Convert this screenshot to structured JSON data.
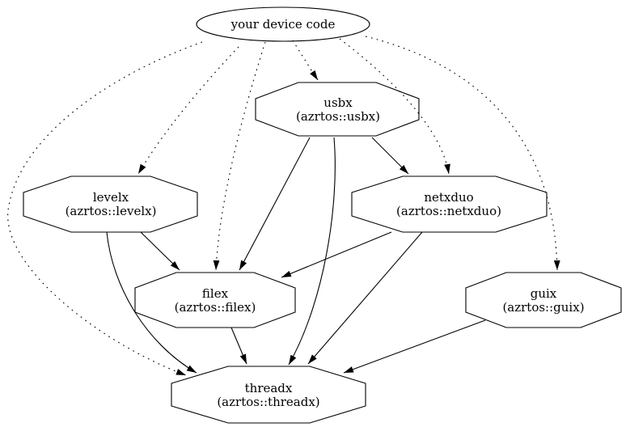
{
  "diagram": {
    "type": "dependency-graph",
    "colors": {
      "background": "#ffffff",
      "line": "#000000",
      "text": "#000000"
    },
    "nodes": [
      {
        "id": "device",
        "label": "your device code",
        "sublabel": "",
        "shape": "ellipse"
      },
      {
        "id": "usbx",
        "label": "usbx",
        "sublabel": "(azrtos::usbx)",
        "shape": "octagon"
      },
      {
        "id": "levelx",
        "label": "levelx",
        "sublabel": "(azrtos::levelx)",
        "shape": "octagon"
      },
      {
        "id": "netxduo",
        "label": "netxduo",
        "sublabel": "(azrtos::netxduo)",
        "shape": "octagon"
      },
      {
        "id": "filex",
        "label": "filex",
        "sublabel": "(azrtos::filex)",
        "shape": "octagon"
      },
      {
        "id": "guix",
        "label": "guix",
        "sublabel": "(azrtos::guix)",
        "shape": "octagon"
      },
      {
        "id": "threadx",
        "label": "threadx",
        "sublabel": "(azrtos::threadx)",
        "shape": "octagon"
      }
    ],
    "edges": [
      {
        "from": "device",
        "to": "usbx",
        "style": "dotted"
      },
      {
        "from": "device",
        "to": "levelx",
        "style": "dotted"
      },
      {
        "from": "device",
        "to": "filex",
        "style": "dotted"
      },
      {
        "from": "device",
        "to": "netxduo",
        "style": "dotted"
      },
      {
        "from": "device",
        "to": "guix",
        "style": "dotted"
      },
      {
        "from": "device",
        "to": "threadx",
        "style": "dotted"
      },
      {
        "from": "usbx",
        "to": "netxduo",
        "style": "solid"
      },
      {
        "from": "usbx",
        "to": "filex",
        "style": "solid"
      },
      {
        "from": "usbx",
        "to": "threadx",
        "style": "solid"
      },
      {
        "from": "levelx",
        "to": "filex",
        "style": "solid"
      },
      {
        "from": "levelx",
        "to": "threadx",
        "style": "solid"
      },
      {
        "from": "netxduo",
        "to": "filex",
        "style": "solid"
      },
      {
        "from": "netxduo",
        "to": "threadx",
        "style": "solid"
      },
      {
        "from": "filex",
        "to": "threadx",
        "style": "solid"
      },
      {
        "from": "guix",
        "to": "threadx",
        "style": "solid"
      }
    ]
  }
}
